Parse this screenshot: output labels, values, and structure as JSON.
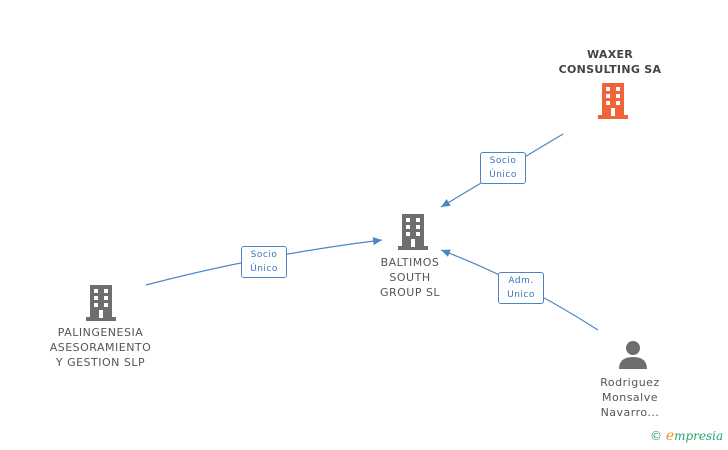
{
  "nodes": {
    "waxer": {
      "line1": "WAXER",
      "line2": "CONSULTING SA",
      "color": "#f0643c"
    },
    "baltimos": {
      "line1": "BALTIMOS",
      "line2": "SOUTH",
      "line3": "GROUP  SL",
      "color": "#6e6e6e"
    },
    "palingenesia": {
      "line1": "PALINGENESIA",
      "line2": "ASESORAMIENTO",
      "line3": "Y GESTION  SLP",
      "color": "#6e6e6e"
    },
    "rodriguez": {
      "line1": "Rodriguez",
      "line2": "Monsalve",
      "line3": "Navarro...",
      "color": "#6e6e6e"
    }
  },
  "edges": {
    "waxer_baltimos": {
      "line1": "Socio",
      "line2": "Único"
    },
    "palingenesia_baltimos": {
      "line1": "Socio",
      "line2": "Único"
    },
    "rodriguez_baltimos": {
      "line1": "Adm.",
      "line2": "Unico"
    }
  },
  "colors": {
    "edge": "#4a86c5",
    "company": "#6e6e6e",
    "highlight": "#f0643c"
  },
  "footer": {
    "copyright": "©",
    "brand_e": "e",
    "brand_rest": "mpresia"
  }
}
